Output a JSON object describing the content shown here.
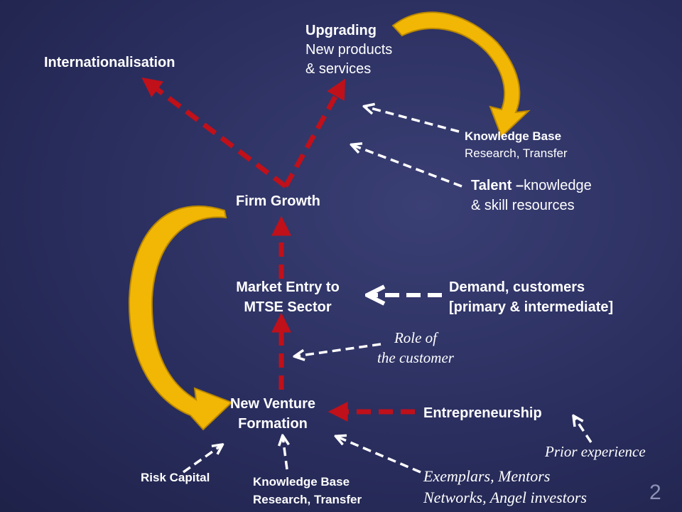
{
  "slide": {
    "page_number": "2",
    "labels": {
      "internationalisation": "Internationalisation",
      "upgrading_title": "Upgrading",
      "upgrading_line1": "New products",
      "upgrading_line2": "& services",
      "kb_top_title": "Knowledge Base",
      "kb_top_sub": "Research, Transfer",
      "talent_bold": "Talent –",
      "talent_rest": "knowledge",
      "talent_line2": "& skill resources",
      "firm_growth": "Firm Growth",
      "market_entry_line1": "Market Entry to",
      "market_entry_line2": "MTSE Sector",
      "demand_line1": "Demand, customers",
      "demand_line2": "[primary & intermediate]",
      "role_line1": "Role of",
      "role_line2": "the customer",
      "nvf_line1": "New Venture",
      "nvf_line2": "Formation",
      "entrepreneurship": "Entrepreneurship",
      "prior_experience": "Prior experience",
      "risk_capital": "Risk Capital",
      "kb_bottom_title": "Knowledge Base",
      "kb_bottom_sub": "Research, Transfer",
      "exemplars_line1": "Exemplars, Mentors",
      "exemplars_line2": "Networks, Angel investors"
    }
  },
  "colors": {
    "red_arrow": "#c0101a",
    "white_arrow": "#ffffff",
    "gold_arrow": "#f2b705",
    "gold_edge": "#b98700",
    "background": "#2a2e5e"
  },
  "icons": {
    "curved_arrows": "gold-curved-arrow-icon",
    "dashed_arrows": "dashed-arrow-icon"
  }
}
